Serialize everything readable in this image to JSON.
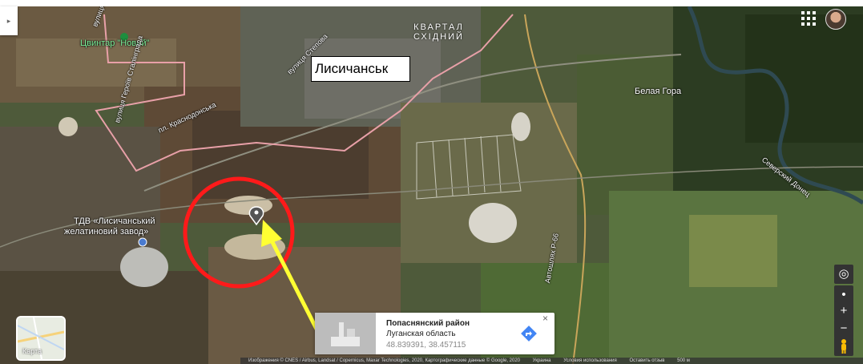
{
  "map": {
    "city_label": "Лисичанськ",
    "district_label_lines": [
      "КВАРТАЛ",
      "СХІДНИЙ"
    ],
    "place_labels": {
      "cvyntar": "Цвинтар \"Новий\"",
      "zavod_line1": "ТДВ «Лисичанський",
      "zavod_line2": "желатиновий завод»",
      "bila_hora": "Белая Гора",
      "river": "Северский Донец",
      "road": "Автошлях Р-66"
    },
    "street_labels": {
      "stalingrada_1": "вулиця Сталінграда",
      "stalingrada_2": "вулиця Героїв Сталінграда",
      "krasnodonska": "пл. Краснодонська",
      "stepova": "вулиця Степова"
    },
    "map_type_label": "Карта",
    "icons": {
      "expand": "chevron-right-icon",
      "apps": "apps-grid-icon",
      "marker": "location-pin-icon",
      "directions": "directions-icon",
      "close": "close-icon",
      "globe": "globe-icon",
      "locate": "my-location-icon",
      "zoom_in": "plus-icon",
      "zoom_out": "minus-icon",
      "pegman": "pegman-icon"
    },
    "zoom_in_label": "+",
    "zoom_out_label": "−",
    "close_label": "×",
    "expand_label": "▸",
    "colors": {
      "boundary": "#e8a0a8",
      "highlight_circle": "#ff1a1a",
      "arrow": "#ffff33",
      "directions": "#4285f4"
    }
  },
  "info_card": {
    "title": "Попаснянский район",
    "subtitle": "Луганская область",
    "coords": "48.839391, 38.457115"
  },
  "attribution": {
    "data": "Изображения © CNES / Airbus, Landsat / Copernicus, Maxar Technologies, 2020, Картографические данные © Google, 2020",
    "country": "Украина",
    "terms": "Условия использования",
    "feedback": "Оставить отзыв",
    "scale": "500 м"
  }
}
